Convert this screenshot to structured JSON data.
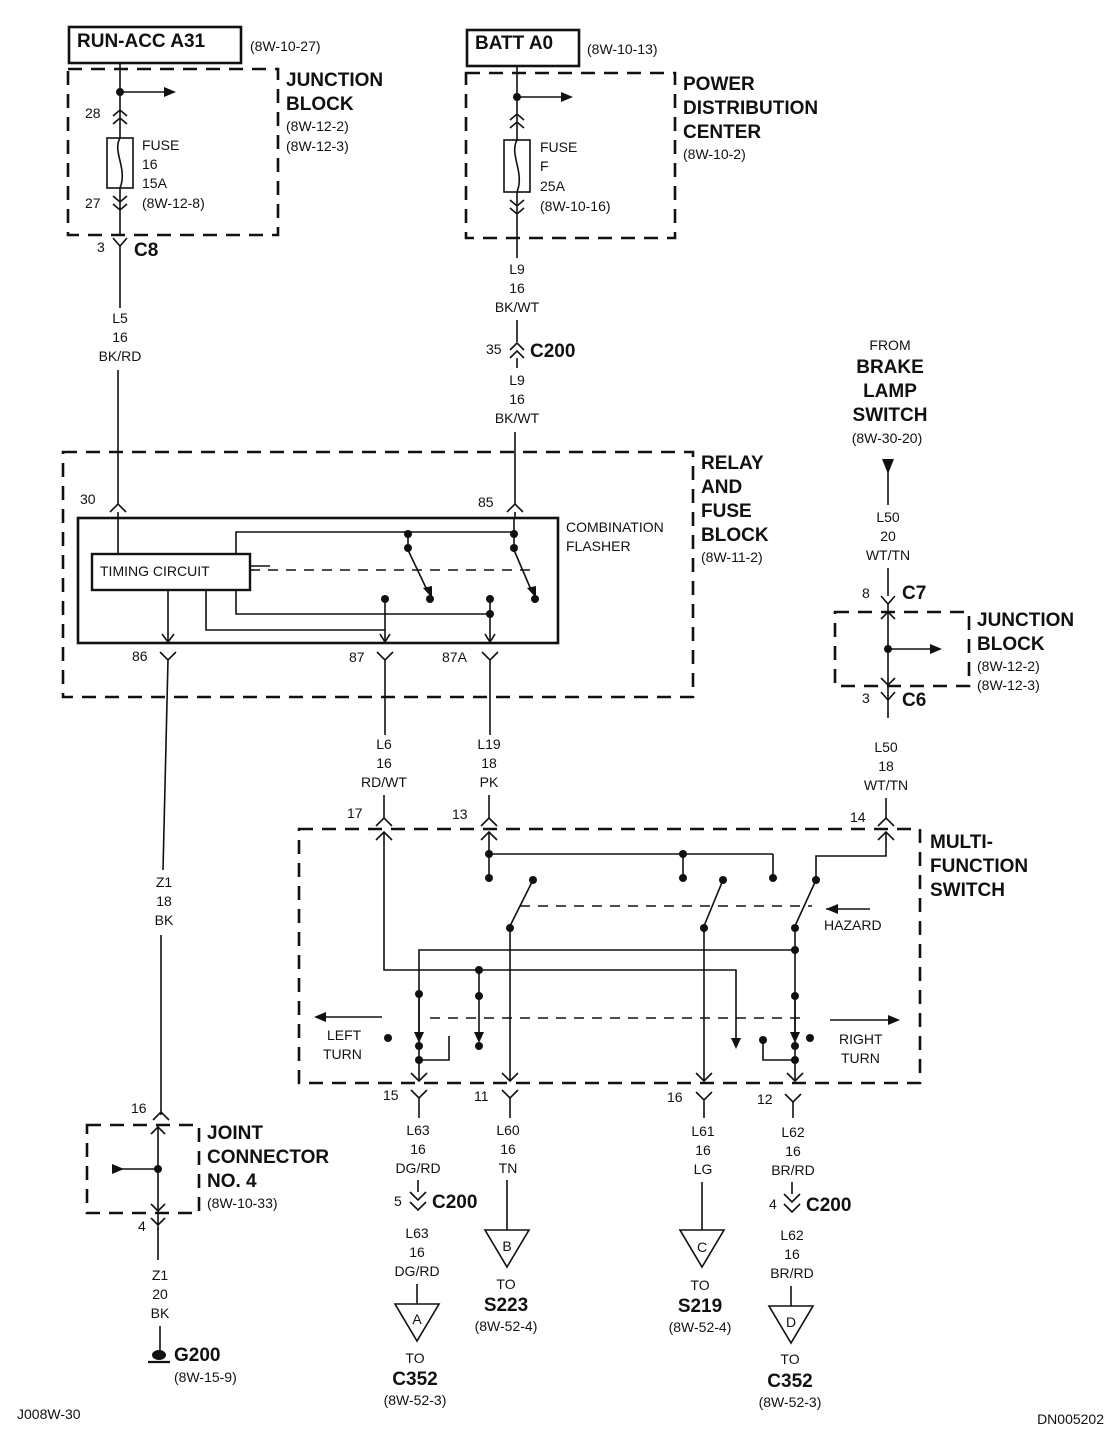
{
  "sources": {
    "run_acc": {
      "label": "RUN-ACC A31",
      "ref": "(8W-10-27)"
    },
    "batt": {
      "label": "BATT A0",
      "ref": "(8W-10-13)"
    }
  },
  "junction_block_top": {
    "title_1": "JUNCTION",
    "title_2": "BLOCK",
    "ref_1": "(8W-12-2)",
    "ref_2": "(8W-12-3)",
    "fuse_label": "FUSE",
    "fuse_num": "16",
    "fuse_amp": "15A",
    "fuse_ref": "(8W-12-8)",
    "pin_in": "28",
    "pin_out": "27",
    "conn_pin": "3",
    "conn": "C8"
  },
  "pdc": {
    "title_1": "POWER",
    "title_2": "DISTRIBUTION",
    "title_3": "CENTER",
    "ref": "(8W-10-2)",
    "fuse_label": "FUSE",
    "fuse_id": "F",
    "fuse_amp": "25A",
    "fuse_ref": "(8W-10-16)"
  },
  "wires": {
    "l5": {
      "c": "L5",
      "g": "16",
      "col": "BK/RD"
    },
    "l9a": {
      "c": "L9",
      "g": "16",
      "col": "BK/WT"
    },
    "c200_35": {
      "pin": "35",
      "conn": "C200"
    },
    "l9b": {
      "c": "L9",
      "g": "16",
      "col": "BK/WT"
    },
    "l6": {
      "c": "L6",
      "g": "16",
      "col": "RD/WT"
    },
    "l19": {
      "c": "L19",
      "g": "18",
      "col": "PK"
    },
    "l50a": {
      "c": "L50",
      "g": "20",
      "col": "WT/TN"
    },
    "l50b": {
      "c": "L50",
      "g": "18",
      "col": "WT/TN"
    },
    "z1a": {
      "c": "Z1",
      "g": "18",
      "col": "BK"
    },
    "z1b": {
      "c": "Z1",
      "g": "20",
      "col": "BK"
    },
    "l63a": {
      "c": "L63",
      "g": "16",
      "col": "DG/RD"
    },
    "l63b": {
      "c": "L63",
      "g": "16",
      "col": "DG/RD"
    },
    "l60": {
      "c": "L60",
      "g": "16",
      "col": "TN"
    },
    "l61": {
      "c": "L61",
      "g": "16",
      "col": "LG"
    },
    "l62a": {
      "c": "L62",
      "g": "16",
      "col": "BR/RD"
    },
    "l62b": {
      "c": "L62",
      "g": "16",
      "col": "BR/RD"
    }
  },
  "brake": {
    "from": "FROM",
    "l1": "BRAKE",
    "l2": "LAMP",
    "l3": "SWITCH",
    "ref": "(8W-30-20)"
  },
  "relay_block": {
    "t1": "RELAY",
    "t2": "AND",
    "t3": "FUSE",
    "t4": "BLOCK",
    "ref": "(8W-11-2)",
    "flasher_1": "COMBINATION",
    "flasher_2": "FLASHER",
    "timing": "TIMING CIRCUIT",
    "p30": "30",
    "p85": "85",
    "p86": "86",
    "p87": "87",
    "p87a": "87A"
  },
  "junction_block_right": {
    "t1": "JUNCTION",
    "t2": "BLOCK",
    "ref_1": "(8W-12-2)",
    "ref_2": "(8W-12-3)",
    "pin_in": "8",
    "conn_in": "C7",
    "pin_out": "3",
    "conn_out": "C6"
  },
  "mfs": {
    "t1": "MULTI-",
    "t2": "FUNCTION",
    "t3": "SWITCH",
    "hazard": "HAZARD",
    "left_1": "LEFT",
    "left_2": "TURN",
    "right_1": "RIGHT",
    "right_2": "TURN",
    "p17": "17",
    "p13": "13",
    "p14": "14",
    "p15": "15",
    "p11": "11",
    "p16": "16",
    "p12": "12"
  },
  "joint": {
    "t1": "JOINT",
    "t2": "CONNECTOR",
    "t3": "NO. 4",
    "ref": "(8W-10-33)",
    "pin_in": "16",
    "pin_out": "4"
  },
  "ground": {
    "label": "G200",
    "ref": "(8W-15-9)"
  },
  "c200_5": {
    "pin": "5",
    "conn": "C200"
  },
  "c200_4": {
    "pin": "4",
    "conn": "C200"
  },
  "dest": {
    "a": {
      "letter": "A",
      "to": "TO",
      "name": "C352",
      "ref": "(8W-52-3)"
    },
    "b": {
      "letter": "B",
      "to": "TO",
      "name": "S223",
      "ref": "(8W-52-4)"
    },
    "c": {
      "letter": "C",
      "to": "TO",
      "name": "S219",
      "ref": "(8W-52-4)"
    },
    "d": {
      "letter": "D",
      "to": "TO",
      "name": "C352",
      "ref": "(8W-52-3)"
    }
  },
  "footer": {
    "left": "J008W-30",
    "right": "DN005202"
  }
}
